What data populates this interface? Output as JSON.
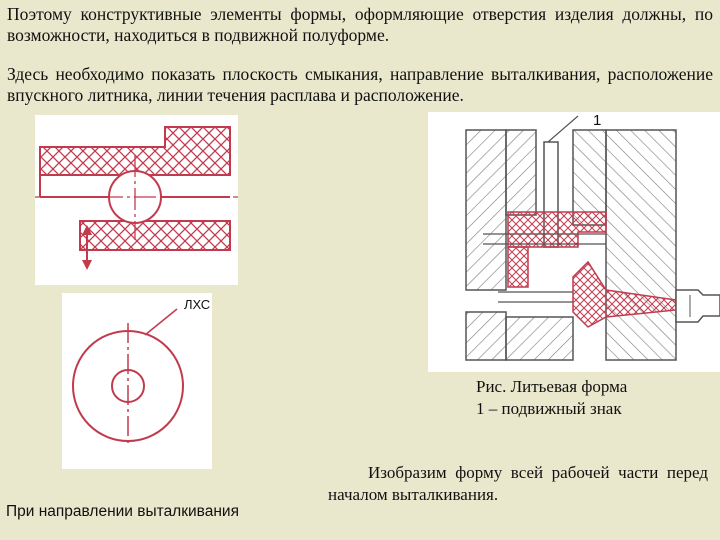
{
  "text": {
    "paragraph_1": "Поэтому конструктивные элементы формы, оформляющие отверстия изделия должны, по возможности, находиться в подвижной полуформе.",
    "paragraph_2": "Здесь необходимо показать плоскость смыкания, направление выталкивания, расположение впускного литника, линии течения расплава и расположение.",
    "caption_line_1": "Рис. Литьевая форма",
    "caption_line_2": "1 – подвижный знак",
    "bottom_paragraph": "Изобразим форму всей рабочей части перед началом выталкивания.",
    "ejection_direction_label": "При направлении выталкивания",
    "parting_line_label": "ЛХС",
    "marker_label": "1"
  },
  "colors": {
    "background": "#e9e7cc",
    "figure_background": "#ffffff",
    "outline": "#c23a4e",
    "mold_lines": "#7a7a7a"
  }
}
